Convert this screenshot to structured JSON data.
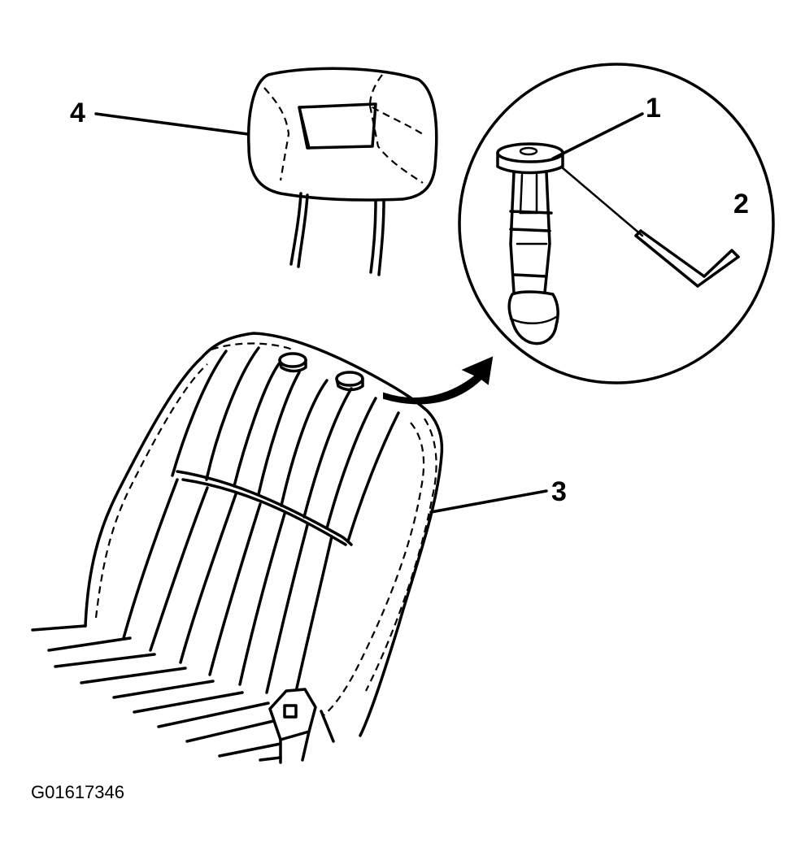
{
  "callouts": {
    "c1": "1",
    "c2": "2",
    "c3": "3",
    "c4": "4"
  },
  "figure_id": "G01617346"
}
